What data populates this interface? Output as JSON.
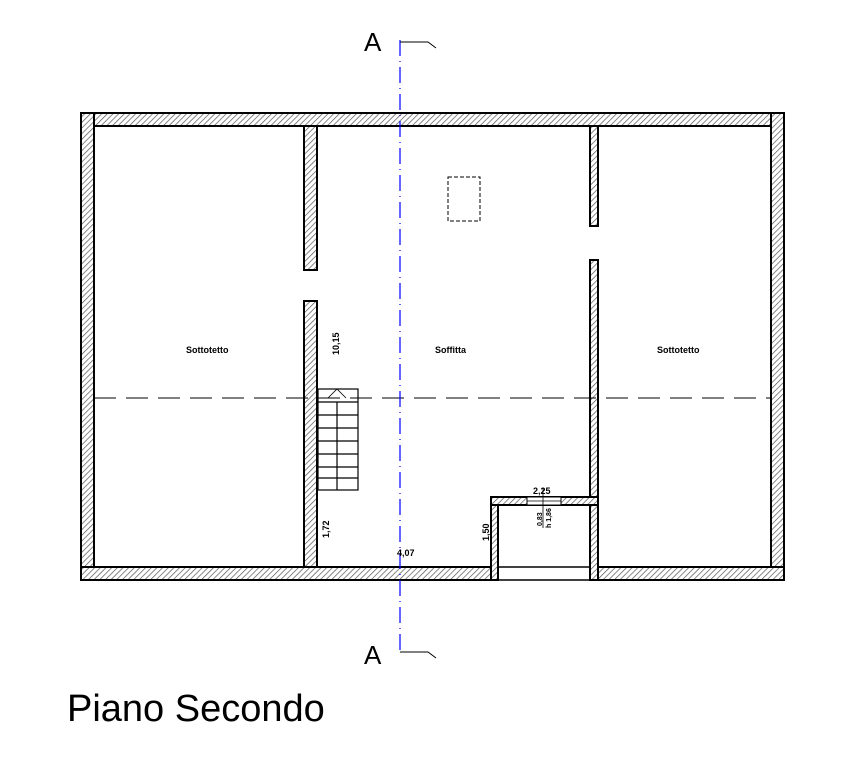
{
  "plan": {
    "title": "Piano Secondo",
    "section_marker_top": "A",
    "section_marker_bottom": "A",
    "rooms": [
      {
        "name": "Sottotetto"
      },
      {
        "name": "Soffitta"
      },
      {
        "name": "Sottotetto"
      }
    ],
    "dimensions": {
      "d1": "10,15",
      "d2": "1,72",
      "d3": "4,07",
      "d4": "1,50",
      "d5": "2,25",
      "d6": "0,83",
      "d7": "h 1,86"
    },
    "colors": {
      "wall": "#000000",
      "section_line": "#0000ff"
    }
  }
}
